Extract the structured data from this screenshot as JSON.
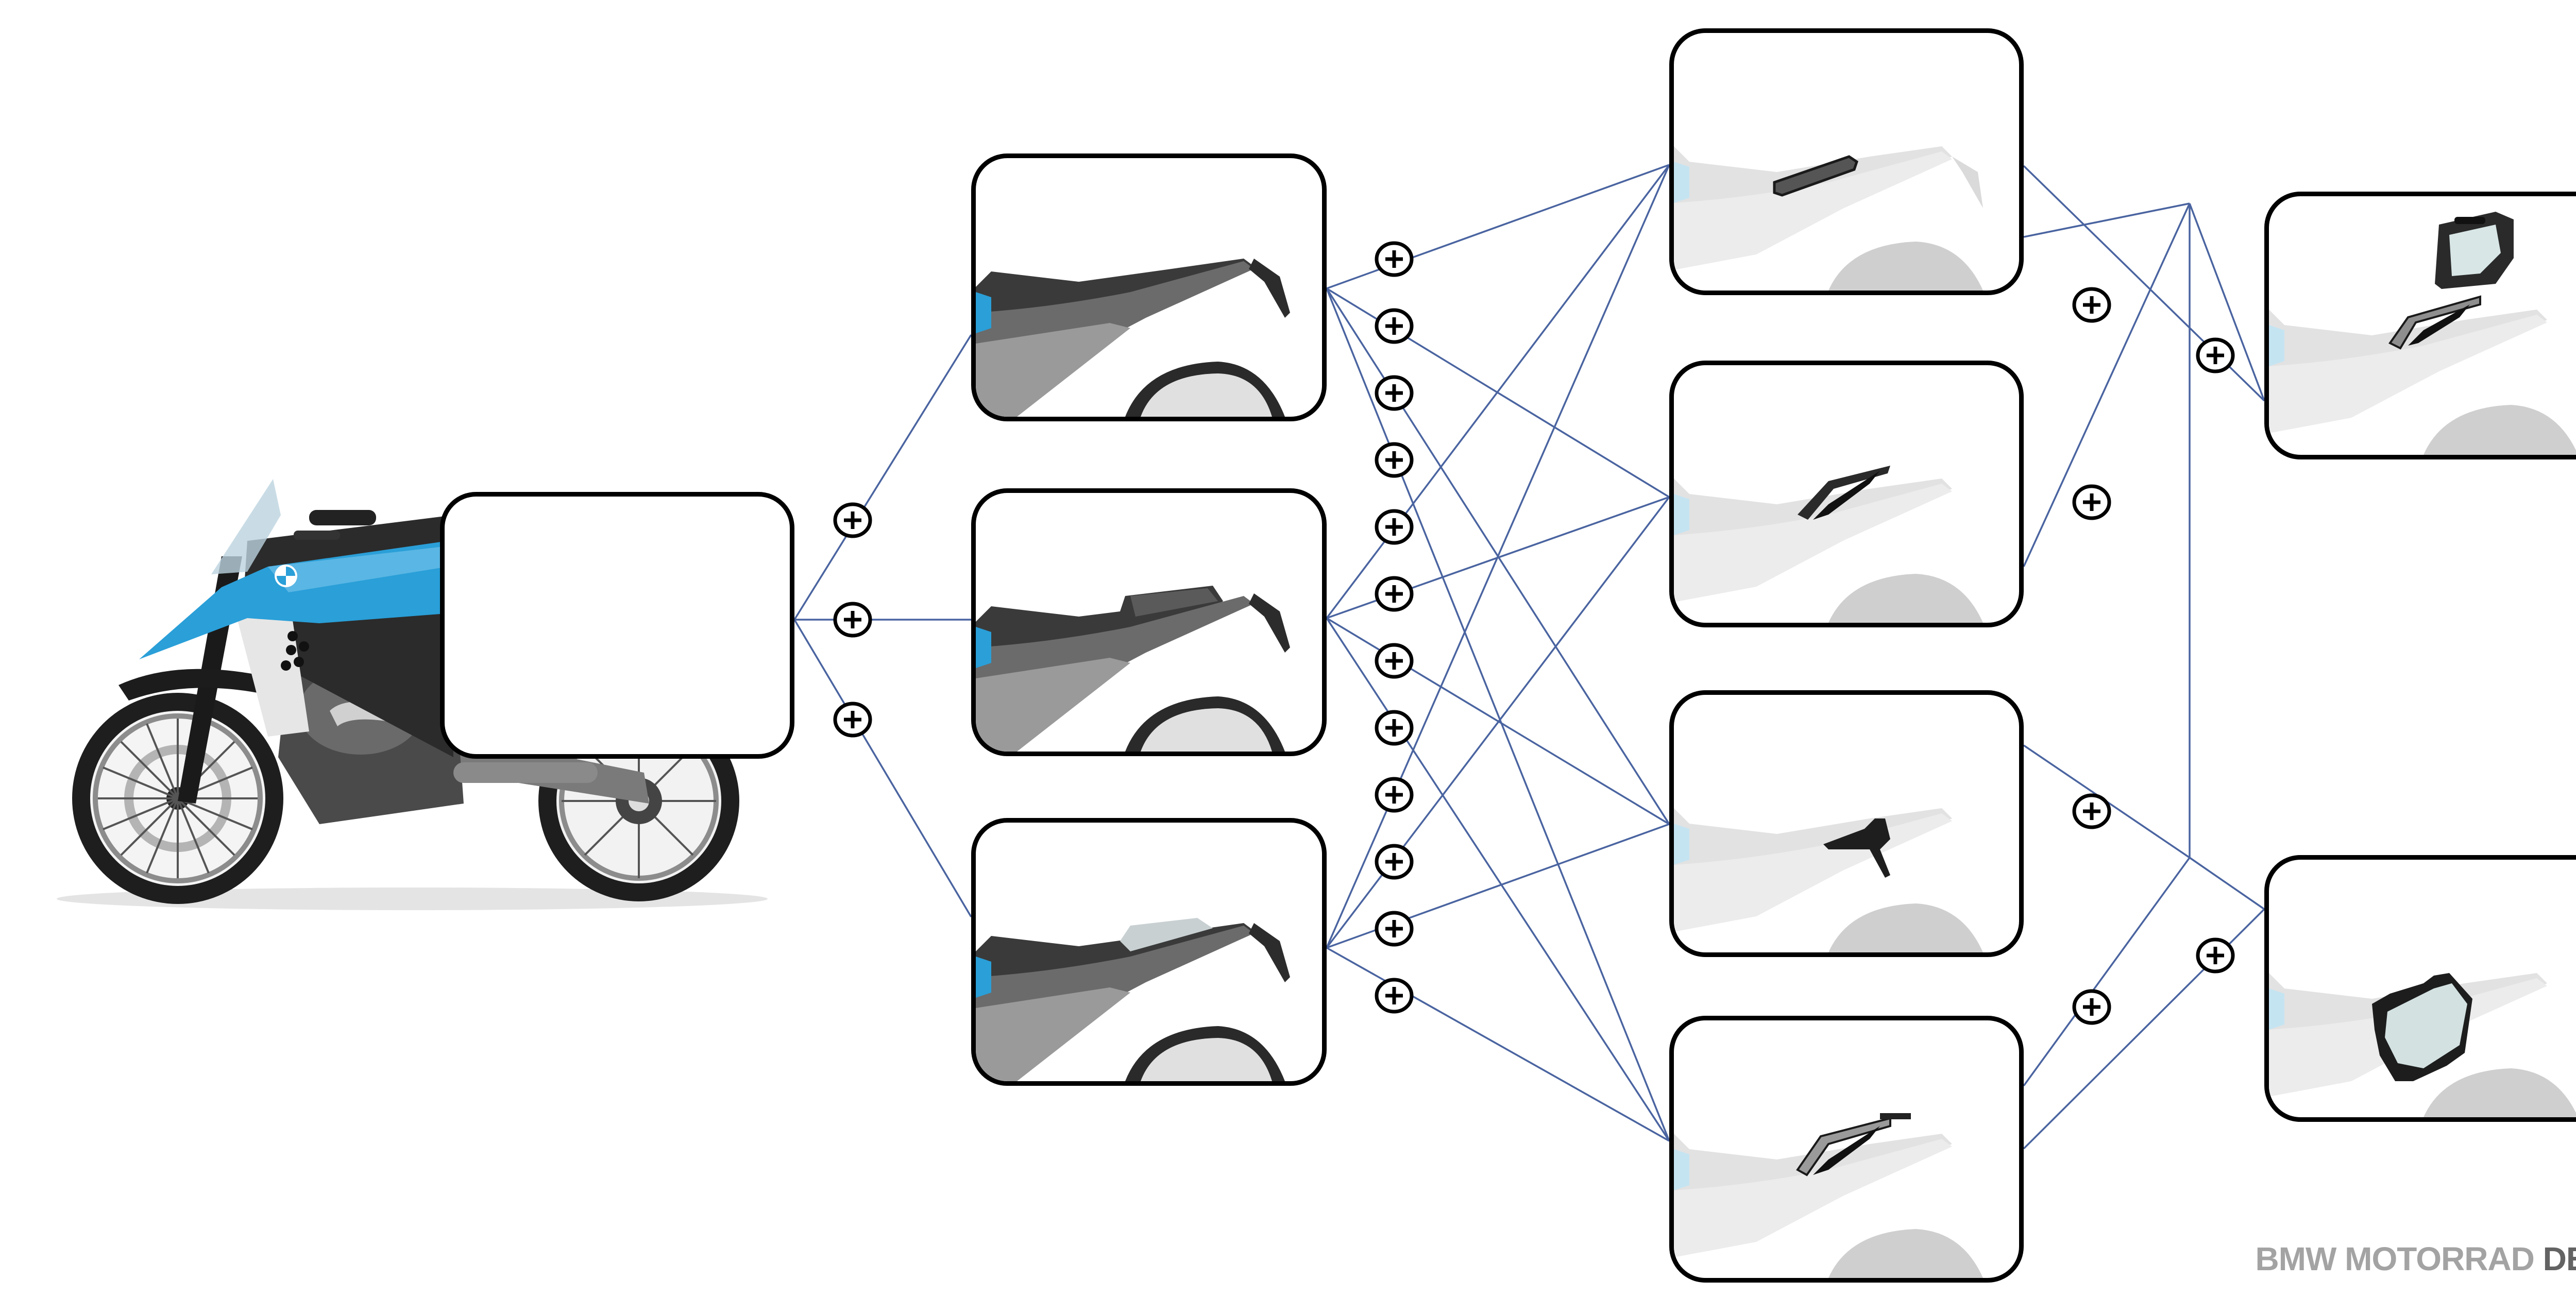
{
  "diagram": {
    "type": "configuration-tree",
    "subject": "adventure motorcycle rear luggage / seat accessory combinations",
    "connector_color": "#4a64a0",
    "accent_blue": "#2a9fd8",
    "operator_symbol": "+",
    "root": {
      "id": "root",
      "label": "",
      "content": "blank-placeholder",
      "background_image": "blue-white adventure motorcycle side view (front half)"
    },
    "level1": [
      {
        "id": "l1-a",
        "content": "rear-seat-standard-with-license-bracket"
      },
      {
        "id": "l1-b",
        "content": "raised-pillion-seat-pad"
      },
      {
        "id": "l1-c",
        "content": "rear-seat-with-grey-tank-insert"
      }
    ],
    "level2": [
      {
        "id": "l2-a",
        "content": "low-grab-handle-rack"
      },
      {
        "id": "l2-b",
        "content": "black-tubular-luggage-rack"
      },
      {
        "id": "l2-c",
        "content": "tail-light-license-holder"
      },
      {
        "id": "l2-d",
        "content": "chrome-luggage-rack"
      }
    ],
    "level3": [
      {
        "id": "l3-a",
        "content": "top-case-on-rack"
      },
      {
        "id": "l3-b",
        "content": "side-pannier-case"
      }
    ],
    "edges": [
      {
        "from": "root",
        "to": "l1-a"
      },
      {
        "from": "root",
        "to": "l1-b"
      },
      {
        "from": "root",
        "to": "l1-c"
      },
      {
        "from": "l1-a",
        "to": "l2-a"
      },
      {
        "from": "l1-a",
        "to": "l2-b"
      },
      {
        "from": "l1-a",
        "to": "l2-c"
      },
      {
        "from": "l1-a",
        "to": "l2-d"
      },
      {
        "from": "l1-b",
        "to": "l2-a"
      },
      {
        "from": "l1-b",
        "to": "l2-b"
      },
      {
        "from": "l1-b",
        "to": "l2-c"
      },
      {
        "from": "l1-b",
        "to": "l2-d"
      },
      {
        "from": "l1-c",
        "to": "l2-a"
      },
      {
        "from": "l1-c",
        "to": "l2-b"
      },
      {
        "from": "l1-c",
        "to": "l2-c"
      },
      {
        "from": "l1-c",
        "to": "l2-d"
      },
      {
        "from": "l2-a",
        "to": "l3-a"
      },
      {
        "from": "l2-a",
        "to": "trunk"
      },
      {
        "from": "l2-b",
        "to": "trunk"
      },
      {
        "from": "l2-c",
        "to": "trunk"
      },
      {
        "from": "l2-d",
        "to": "trunk"
      },
      {
        "from": "l2-d",
        "to": "l3-b"
      },
      {
        "from": "trunk",
        "to": "l3-a"
      },
      {
        "from": "trunk",
        "to": "l3-b"
      }
    ]
  },
  "branding": {
    "light_text": "BMW MOTORRAD",
    "dark_text": "DESIGN"
  }
}
